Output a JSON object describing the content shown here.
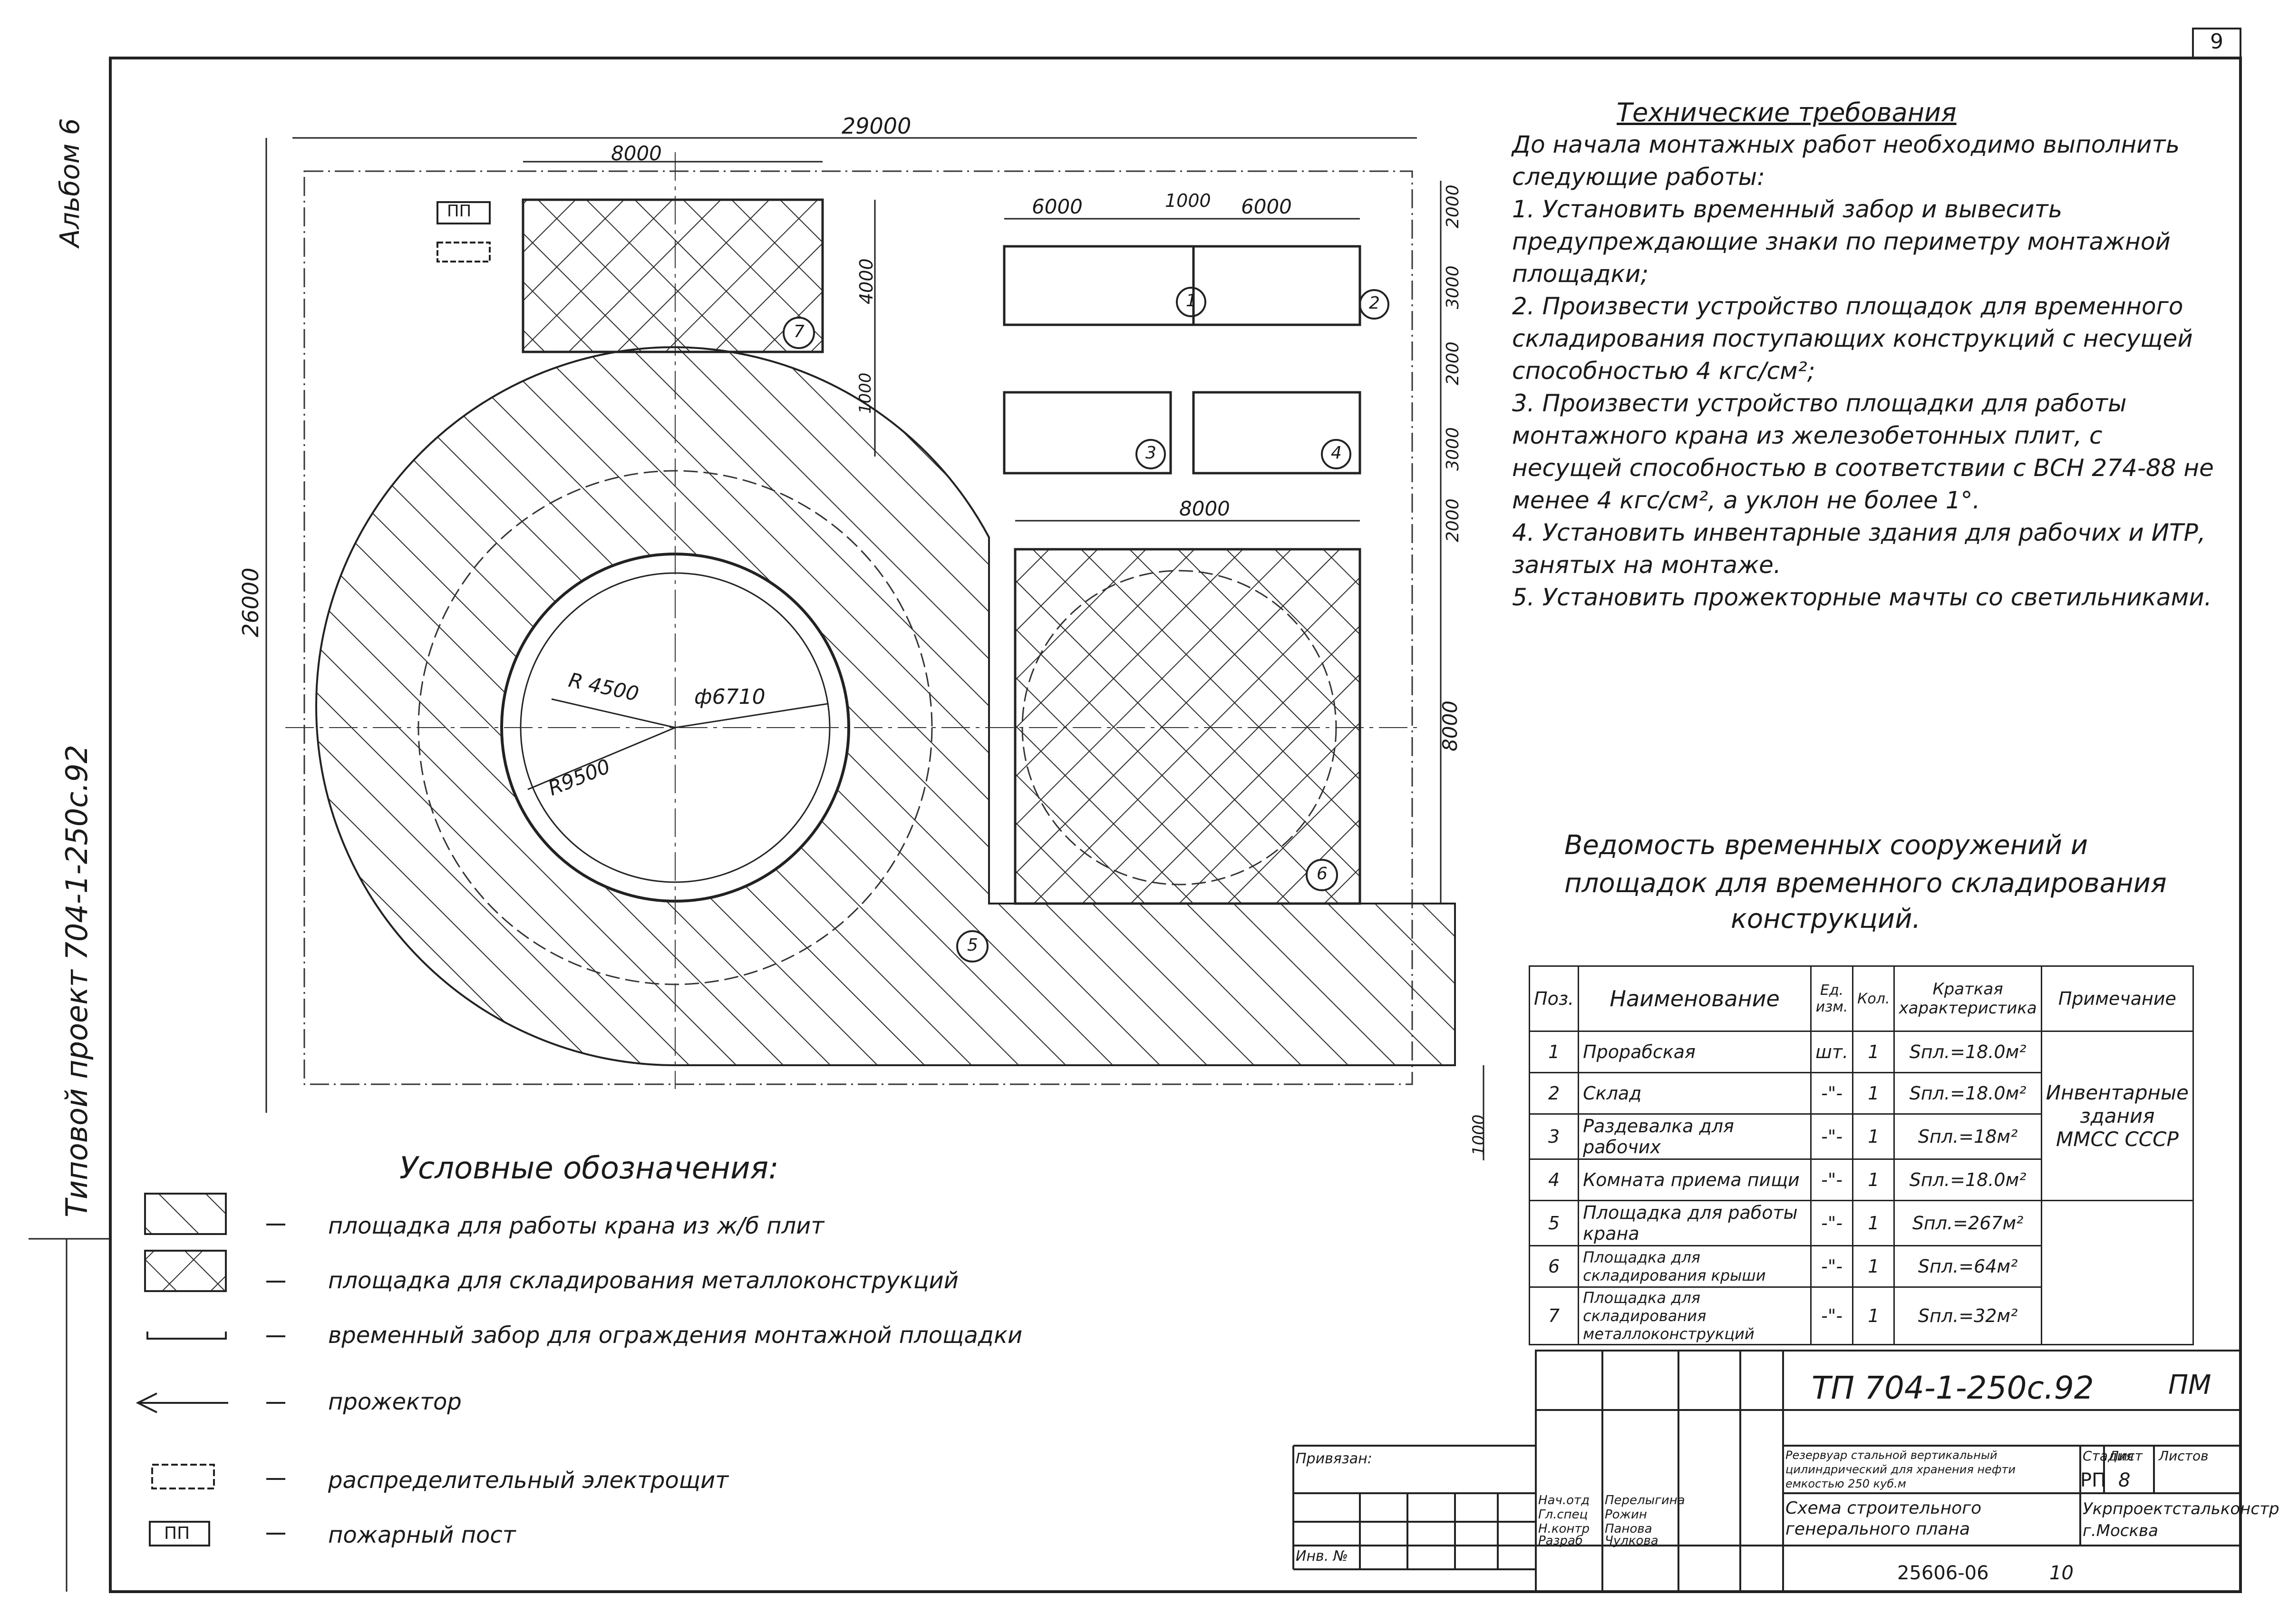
{
  "sheet_number": "9",
  "album_label": "Альбом 6",
  "side_project_label": "Типовой проект 704-1-250с.92",
  "plan": {
    "dim_total_width": "29000",
    "dim_total_height": "26000",
    "dim_storage_top_width": "8000",
    "dim_storage_top_height": "4000",
    "dim_top_gap": "1000",
    "dim_bldg_left": "6000",
    "dim_bldg_mid": "1000",
    "dim_bldg_right": "6000",
    "dim_right_column": [
      "2000",
      "3000",
      "2000",
      "3000",
      "2000"
    ],
    "dim_storage_bottom_width": "8000",
    "dim_storage_bottom_height": "8000",
    "dim_bottom_gap": "1000",
    "dim_radius_inner": "R 4500",
    "dim_radius_outer": "R9500",
    "dim_diameter": "ф6710",
    "label_pp": "ПП",
    "markers": [
      "1",
      "2",
      "3",
      "4",
      "5",
      "6",
      "7"
    ]
  },
  "requirements": {
    "title": "Технические требования",
    "intro": "До начала монтажных работ необходимо выполнить следующие работы:",
    "items": [
      "1. Установить временный забор и вывесить предупреждающие знаки по периметру монтажной площадки;",
      "2. Произвести устройство площадок для временного складирования поступающих конструкций с несущей способностью 4 кгс/см²;",
      "3. Произвести устройство площадки для работы монтажного крана из железобетонных плит, с несущей способностью в соответствии с ВСН 274-88 не менее 4 кгс/см², а уклон не более 1°.",
      "4. Установить инвентарные здания для рабочих и ИТР, занятых на монтаже.",
      "5. Установить прожекторные мачты со светильниками."
    ]
  },
  "vedomost": {
    "title_line1": "Ведомость временных сооружений и",
    "title_line2": "площадок для временного складирования",
    "title_line3": "конструкций.",
    "headers": [
      "Поз.",
      "Наименование",
      "Ед. изм.",
      "Кол.",
      "Краткая характеристика",
      "Примечание"
    ],
    "rows": [
      {
        "pos": "1",
        "name": "Прорабская",
        "unit": "шт.",
        "qty": "1",
        "char": "Sпл.=18.0м²"
      },
      {
        "pos": "2",
        "name": "Склад",
        "unit": "-\"-",
        "qty": "1",
        "char": "Sпл.=18.0м²"
      },
      {
        "pos": "3",
        "name": "Раздевалка для рабочих",
        "unit": "-\"-",
        "qty": "1",
        "char": "Sпл.=18м²"
      },
      {
        "pos": "4",
        "name": "Комната приема пищи",
        "unit": "-\"-",
        "qty": "1",
        "char": "Sпл.=18.0м²"
      },
      {
        "pos": "5",
        "name": "Площадка для работы крана",
        "unit": "-\"-",
        "qty": "1",
        "char": "Sпл.=267м²"
      },
      {
        "pos": "6",
        "name": "Площадка для складирования крыши",
        "unit": "-\"-",
        "qty": "1",
        "char": "Sпл.=64м²"
      },
      {
        "pos": "7",
        "name": "Площадка для складирования металлоконструкций",
        "unit": "-\"-",
        "qty": "1",
        "char": "Sпл.=32м²"
      }
    ],
    "note": "Инвентарные здания ММСС СССР"
  },
  "legend": {
    "title": "Условные обозначения:",
    "items": [
      "площадка для работы крана из ж/б плит",
      "площадка для складирования металлоконструкций",
      "временный забор для ограждения монтажной площадки",
      "прожектор",
      "распределительный электрощит",
      "пожарный пост"
    ],
    "pp_symbol": "ПП"
  },
  "title_block": {
    "code": "ТП 704-1-250с.92",
    "mark": "ПМ",
    "privyazan": "Привязан:",
    "inv": "Инв. №",
    "description": "Резервуар стальной вертикальный цилиндрический для хранения нефти емкостью 250 куб.м",
    "sheet_title": "Схема строительного генерального плана",
    "stage_label": "Стадия",
    "sheet_label": "Лист",
    "sheets_label": "Листов",
    "stage": "РП",
    "sheet": "8",
    "org": "Укрпроектстальконструкция г.Москва",
    "roles": [
      "Нач.отд",
      "Гл.спец",
      "Н.контр",
      "Разраб"
    ],
    "names": [
      "Перелыгина",
      "Рожин",
      "Панова",
      "Чулкова"
    ],
    "archive_number": "25606-06",
    "archive_sheet": "10"
  }
}
